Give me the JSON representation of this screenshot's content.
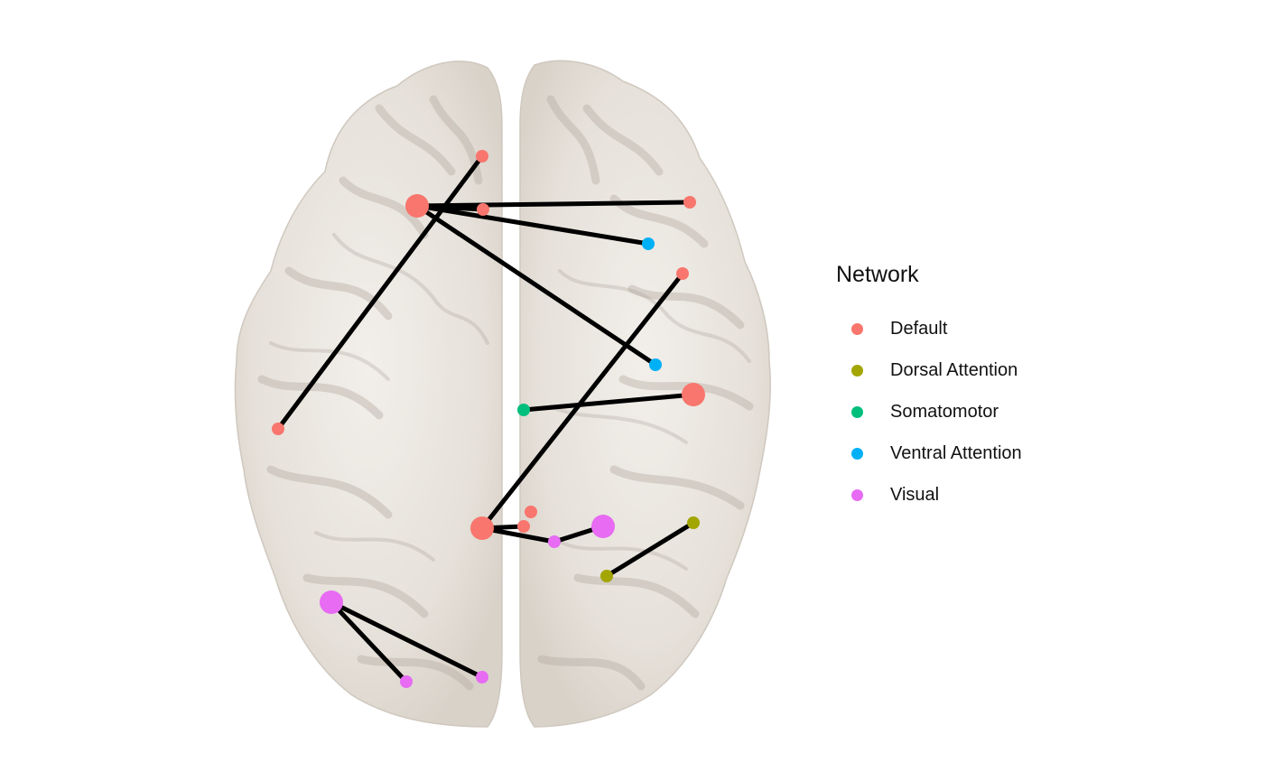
{
  "legend": {
    "title": "Network",
    "items": [
      {
        "key": "default",
        "label": "Default",
        "color": "#F8766D"
      },
      {
        "key": "dorsal",
        "label": "Dorsal Attention",
        "color": "#A3A500"
      },
      {
        "key": "somato",
        "label": "Somatomotor",
        "color": "#00BF7D"
      },
      {
        "key": "ventral",
        "label": "Ventral Attention",
        "color": "#00B0F6"
      },
      {
        "key": "visual",
        "label": "Visual",
        "color": "#E76BF3"
      }
    ]
  },
  "background": {
    "brain_view": "axial-superior",
    "brain_fill": "#e8e4de",
    "fold_shade": "#b8b0a6"
  },
  "edges": {
    "color": "#000000",
    "pairs": [
      [
        "n1",
        "n7"
      ],
      [
        "n2",
        "n3"
      ],
      [
        "n2",
        "n4"
      ],
      [
        "n2",
        "n5"
      ],
      [
        "n2",
        "n6"
      ],
      [
        "n9",
        "n10"
      ],
      [
        "n11",
        "n8"
      ],
      [
        "n11",
        "n13"
      ],
      [
        "n11",
        "n14"
      ],
      [
        "n15",
        "n16"
      ],
      [
        "n14",
        "n18"
      ],
      [
        "n15",
        "n17"
      ],
      [
        "n19",
        "n20"
      ]
    ]
  },
  "nodes": {
    "n1": {
      "network": "default",
      "size": "small"
    },
    "n2": {
      "network": "default",
      "size": "large"
    },
    "n3": {
      "network": "default",
      "size": "small"
    },
    "n4": {
      "network": "default",
      "size": "small"
    },
    "n5": {
      "network": "ventral",
      "size": "small"
    },
    "n6": {
      "network": "ventral",
      "size": "small"
    },
    "n7": {
      "network": "default",
      "size": "small"
    },
    "n8": {
      "network": "default",
      "size": "small"
    },
    "n9": {
      "network": "somato",
      "size": "small"
    },
    "n10": {
      "network": "default",
      "size": "large"
    },
    "n11": {
      "network": "default",
      "size": "large"
    },
    "n12": {
      "network": "default",
      "size": "small"
    },
    "n13": {
      "network": "default",
      "size": "small"
    },
    "n14": {
      "network": "visual",
      "size": "small"
    },
    "n15": {
      "network": "visual",
      "size": "large"
    },
    "n16": {
      "network": "visual",
      "size": "small"
    },
    "n17": {
      "network": "visual",
      "size": "small"
    },
    "n18": {
      "network": "visual",
      "size": "large"
    },
    "n19": {
      "network": "dorsal",
      "size": "small"
    },
    "n20": {
      "network": "dorsal",
      "size": "small"
    }
  }
}
